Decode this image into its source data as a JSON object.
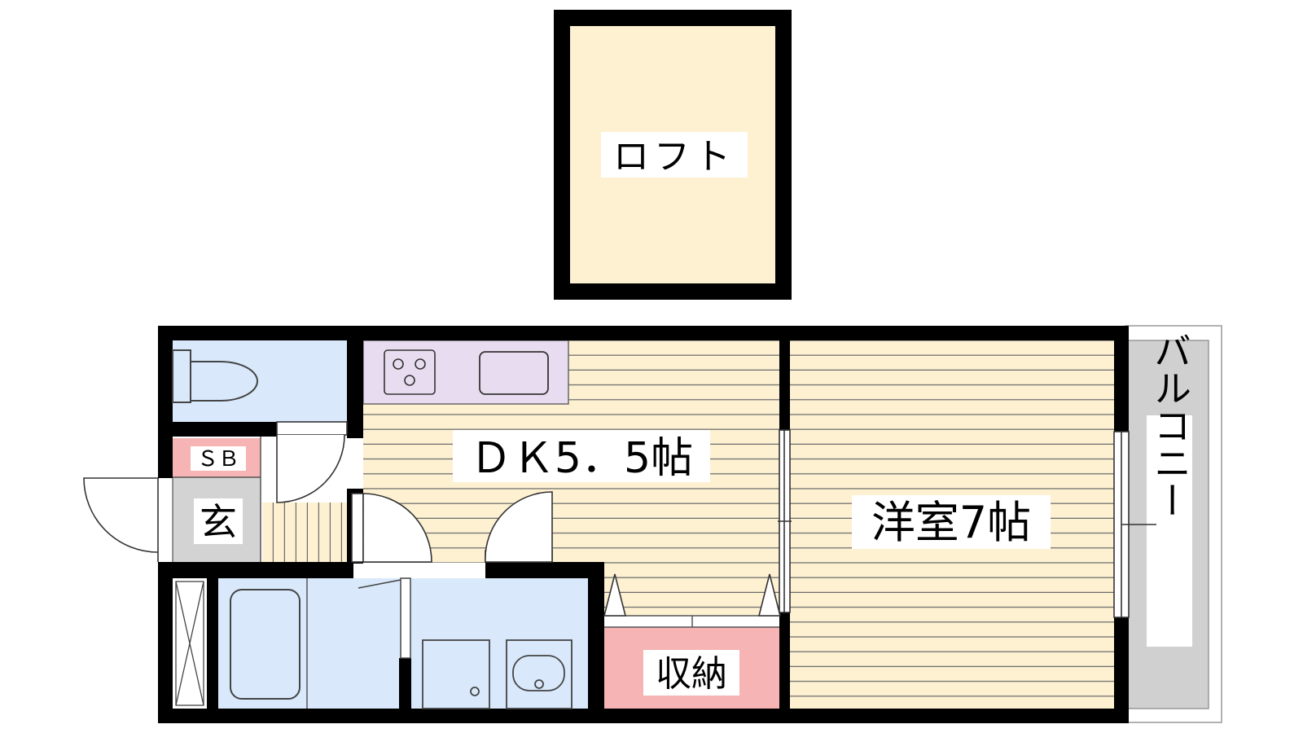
{
  "labels": {
    "loft": "ロフト",
    "dk": "ＤＫ5．5帖",
    "western_room": "洋室7帖",
    "balcony": "バルコニー",
    "entrance": "玄",
    "shoe_box": "ＳＢ",
    "storage": "収納"
  },
  "colors": {
    "wall": "#000000",
    "wood_floor": "#fdf1d2",
    "floor_line": "#6b6b6b",
    "wet_area": "#d9e9fb",
    "kitchen": "#e8ddf0",
    "entrance": "#d3d3d3",
    "storage": "#f6b4b4",
    "balcony": "#d0d0d0"
  }
}
